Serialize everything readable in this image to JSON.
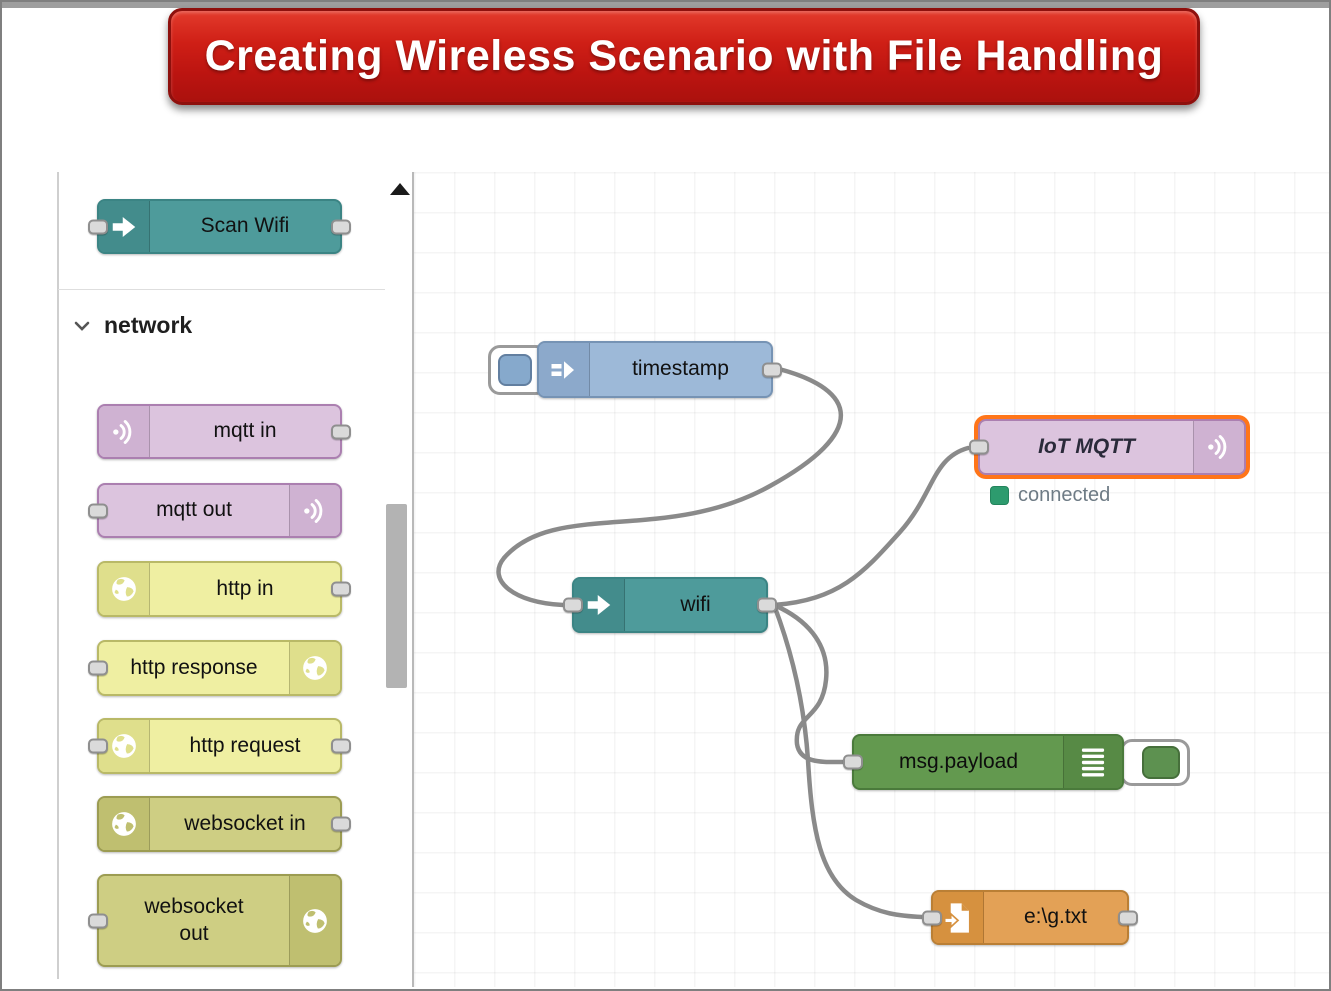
{
  "banner": {
    "title": "Creating Wireless Scenario with File Handling"
  },
  "palette": {
    "section_label": "network",
    "scroll_up_icon": "up-triangle",
    "nodes": [
      {
        "id": "scan-wifi",
        "label": "Scan Wifi",
        "icon": "arrow-right-icon",
        "color": "#4E9B9B"
      },
      {
        "id": "mqtt-in",
        "label": "mqtt in",
        "icon": "signal-icon",
        "color": "#DCC4DE"
      },
      {
        "id": "mqtt-out",
        "label": "mqtt out",
        "icon": "signal-icon",
        "color": "#DCC4DE"
      },
      {
        "id": "http-in",
        "label": "http in",
        "icon": "globe-icon",
        "color": "#EFEFA2"
      },
      {
        "id": "http-response",
        "label": "http response",
        "icon": "globe-icon",
        "color": "#EFEFA2"
      },
      {
        "id": "http-request",
        "label": "http request",
        "icon": "globe-icon",
        "color": "#EFEFA2"
      },
      {
        "id": "websocket-in",
        "label": "websocket in",
        "icon": "globe-icon",
        "color": "#CECE83"
      },
      {
        "id": "websocket-out",
        "label": "websocket out",
        "icon": "globe-icon",
        "color": "#CECE83"
      }
    ]
  },
  "canvas": {
    "nodes": [
      {
        "id": "timestamp",
        "label": "timestamp",
        "type": "inject",
        "color": "#9DB9D8"
      },
      {
        "id": "iot-mqtt",
        "label": "IoT MQTT",
        "type": "mqtt out",
        "color": "#DCC4DE",
        "selected": true,
        "status": "connected"
      },
      {
        "id": "wifi",
        "label": "wifi",
        "type": "wifi",
        "color": "#4E9B9B"
      },
      {
        "id": "msg-payload",
        "label": "msg.payload",
        "type": "debug",
        "color": "#63994F"
      },
      {
        "id": "file-out",
        "label": "e:\\g.txt",
        "type": "file",
        "color": "#E3A156"
      }
    ],
    "status_label": "connected",
    "wires": [
      {
        "from": "timestamp",
        "to": "wifi"
      },
      {
        "from": "wifi",
        "to": "iot-mqtt"
      },
      {
        "from": "wifi",
        "to": "msg-payload"
      },
      {
        "from": "wifi",
        "to": "file-out"
      }
    ]
  },
  "colors": {
    "banner_red": "#C41914",
    "wire_gray": "#8A8A8A",
    "selection_orange": "#FF7519",
    "status_green": "#2D9B6E",
    "inject_blue": "#9DB9D8",
    "teal": "#4E9B9B",
    "mqtt_pink": "#DCC4DE",
    "http_yellow": "#EFEFA2",
    "websocket_olive": "#CECE83",
    "debug_green": "#63994F",
    "file_orange": "#E3A156"
  }
}
